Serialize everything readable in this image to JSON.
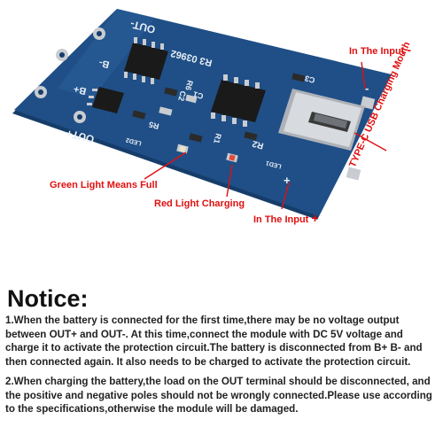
{
  "photo": {
    "pcb_labels": {
      "out_minus": "OUT-",
      "b_minus": "B-",
      "b_plus": "B+",
      "out_plus": "OUT+",
      "r3_code": "R3  03962",
      "r6": "R6",
      "c1": "C1",
      "c2": "C2",
      "r5": "R5",
      "r1": "R1",
      "r2": "R2",
      "c3": "C3",
      "led2": "LED2",
      "led1": "LED1",
      "minus": "-",
      "plus": "+"
    },
    "colors": {
      "pcb": "#1f4f86",
      "pcb_edge": "#163d6a",
      "ic": "#1a1a1a",
      "pad": "#c9ccd1",
      "callout": "#e01010"
    }
  },
  "callouts": {
    "input_minus": "In The Input",
    "input_minus_sign": "-",
    "usb_mouth": "TYPE-C USB Charging Mouth",
    "green_light": "Green Light Means Full",
    "red_light": "Red Light Charging",
    "input_plus": "In The Input",
    "input_plus_sign": "+"
  },
  "notice": {
    "heading": "Notice:",
    "items": [
      "1.When the battery is connected for the first time,there may be no voltage output between OUT+ and OUT-.  At this time,connect the module with DC 5V voltage and charge it to activate the protection circuit.The battery is disconnected from B+ B- and then connected again. It also needs to be charged to activate the protection circuit.",
      "2.When charging the battery,the load on the OUT terminal should be disconnected, and the positive and negative poles should not be wrongly connected.Please use according to the specifications,otherwise the module will be damaged."
    ]
  }
}
